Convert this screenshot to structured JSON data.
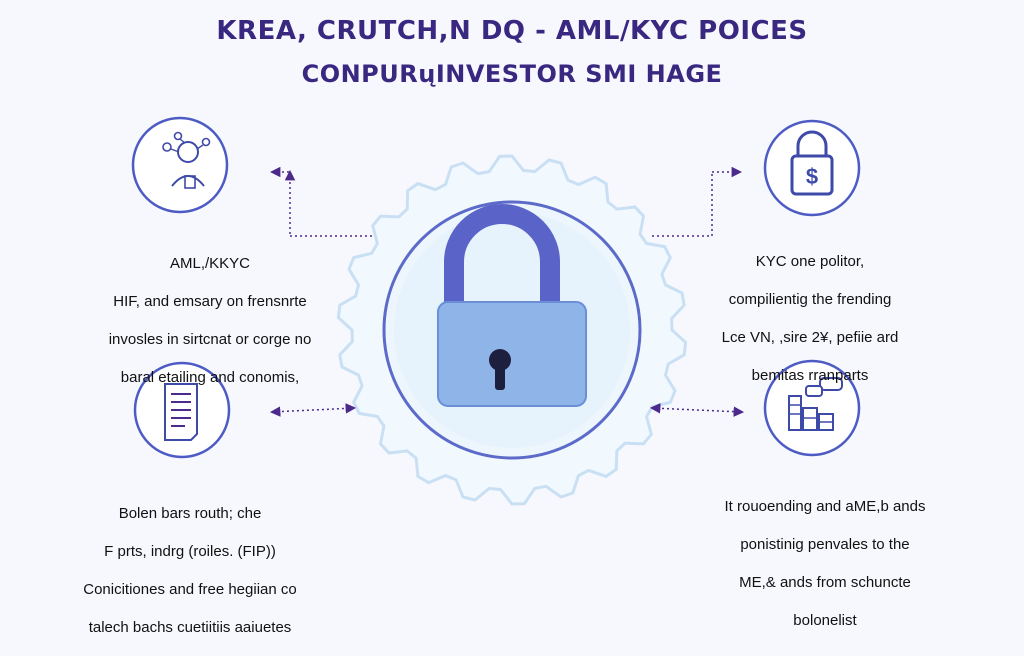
{
  "header": {
    "title_line1": "KREA, CRUTCH,N DQ - AML/KYC POICES",
    "title_line2": "CONPURųINVESTOR SMI HAGE"
  },
  "colors": {
    "title": "#3a2780",
    "accent_purple": "#4b2a8c",
    "icon_blue": "#4d5bc4",
    "lock_shackle": "#5a63c7",
    "lock_body": "#8fb4e8",
    "gear_stroke": "#c9e0f4",
    "ring_stroke": "#5c6bc9"
  },
  "center": {
    "icon": "padlock-icon"
  },
  "panels": {
    "top_left": {
      "icon": "network-person-icon",
      "lines": [
        "AML,/KKYC",
        "HIF, and emsary on frensnrte",
        "invosles in sirtcnat or corge no",
        "baral etailing and conomis,"
      ]
    },
    "top_right": {
      "icon": "dollar-lock-icon",
      "lines": [
        "KYC one politor,",
        "compilientig the frending",
        "Lce VN, ,sire 2¥, pefiie ard",
        "bemitas rranparts"
      ]
    },
    "bottom_left": {
      "icon": "document-icon",
      "lines": [
        "Bolen bars routh; che",
        "F prts, indrg (roiles. (FIP))",
        "Conicitiones and free hegiian co",
        "talech bachs cuetiitiis aaiuetes"
      ]
    },
    "bottom_right": {
      "icon": "building-chat-icon",
      "lines": [
        "It rouoending and aME,b ands",
        "ponistinig penvales to the",
        "ME,& ands from schuncte",
        "bolonelist"
      ]
    }
  }
}
